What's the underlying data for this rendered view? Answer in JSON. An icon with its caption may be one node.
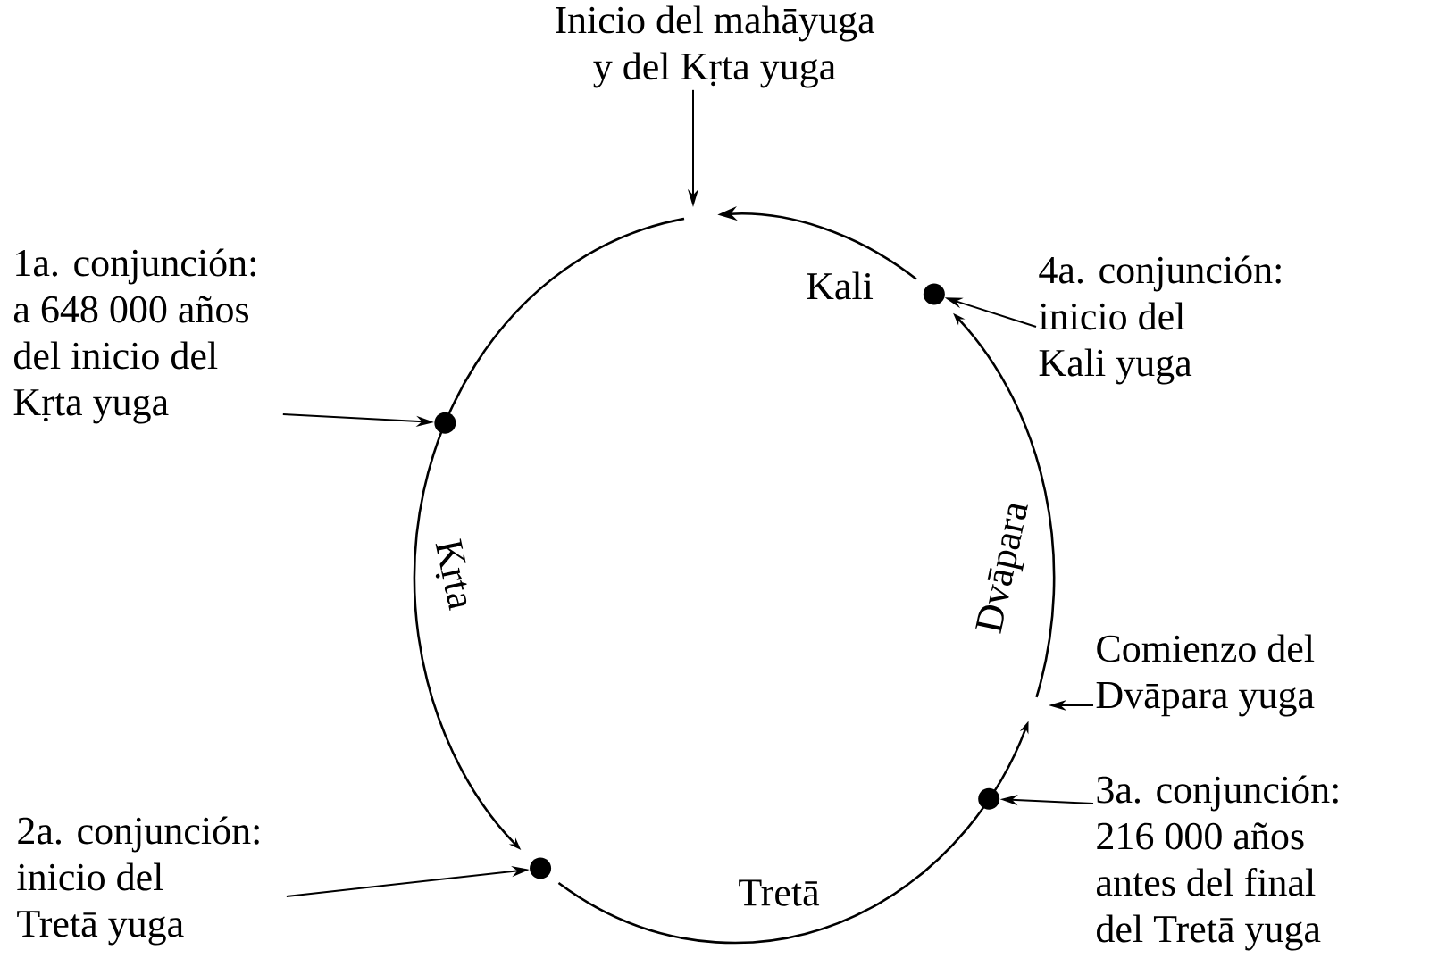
{
  "diagram": {
    "nodes": [
      {
        "text": [
          "Inicio del mahāyuga y del Kṛta yuga"
        ]
      },
      {
        "text": [
          "1a. conjunción: a 648 000 años del inicio del Kṛta yuga"
        ]
      },
      {
        "text": [
          "4a. conjunción: inicio del Kali yuga"
        ]
      },
      {
        "text": [
          "Comienzo del Dvāpara yuga"
        ]
      },
      {
        "text": [
          "3a. conjunción: 216 000 años antes del final del Tretā yuga"
        ]
      },
      {
        "text": [
          "2a. conjunción: inicio del Tretā yuga"
        ]
      },
      {
        "text": [],
        "shape": "circle"
      },
      {
        "text": [],
        "shape": "circle"
      },
      {
        "text": [],
        "shape": "circle"
      },
      {
        "text": [],
        "shape": "circle"
      }
    ],
    "edges": [
      {
        "from": 0,
        "to": null,
        "arrow": "to"
      },
      {
        "from": 1,
        "to": 6,
        "arrow": "to"
      },
      {
        "from": 2,
        "to": 8,
        "arrow": "to"
      },
      {
        "from": 3,
        "to": null,
        "arrow": "to"
      },
      {
        "from": 4,
        "to": 9,
        "arrow": "to"
      },
      {
        "from": 5,
        "to": 7,
        "arrow": "to"
      },
      {
        "from": 8,
        "to": null,
        "arrow": "to",
        "label": "Kali"
      },
      {
        "from": null,
        "to": 7,
        "arrow": "to",
        "label": "Kṛta"
      },
      {
        "from": null,
        "to": 8,
        "arrow": "to",
        "label": "Dvāpara"
      },
      {
        "from": 7,
        "to": null,
        "arrow": "to",
        "label": "Tretā"
      }
    ]
  }
}
